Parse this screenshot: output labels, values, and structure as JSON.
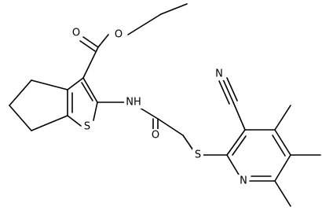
{
  "structure": {
    "atoms": {
      "ester_O_carbonyl": "O",
      "ester_O_single": "O",
      "thiophene_S": "S",
      "amide_NH": "NH",
      "amide_O": "O",
      "thioether_S": "S",
      "nitrile_N": "N",
      "pyridine_N": "N"
    }
  }
}
